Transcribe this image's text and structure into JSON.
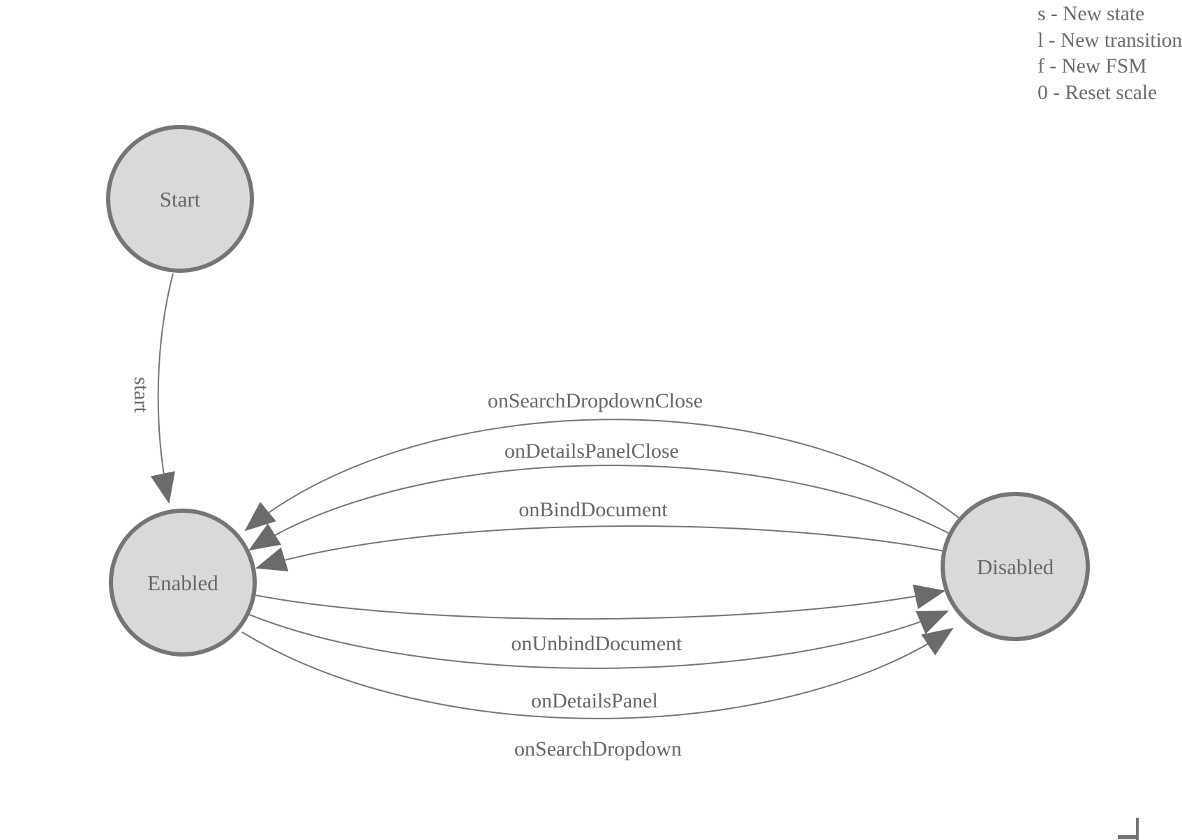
{
  "diagram": {
    "type": "finite-state-machine",
    "nodes": [
      {
        "id": "start",
        "label": "Start"
      },
      {
        "id": "enabled",
        "label": "Enabled"
      },
      {
        "id": "disabled",
        "label": "Disabled"
      }
    ],
    "edges": [
      {
        "from": "start",
        "to": "enabled",
        "label": "start"
      },
      {
        "from": "disabled",
        "to": "enabled",
        "label": "onSearchDropdownClose"
      },
      {
        "from": "disabled",
        "to": "enabled",
        "label": "onDetailsPanelClose"
      },
      {
        "from": "disabled",
        "to": "enabled",
        "label": "onBindDocument"
      },
      {
        "from": "enabled",
        "to": "disabled",
        "label": "onUnbindDocument"
      },
      {
        "from": "enabled",
        "to": "disabled",
        "label": "onDetailsPanel"
      },
      {
        "from": "enabled",
        "to": "disabled",
        "label": "onSearchDropdown"
      }
    ]
  },
  "legend": {
    "lines": [
      "s - New state",
      "l - New transition",
      "f - New FSM",
      "0 - Reset scale"
    ]
  },
  "colors": {
    "node_fill": "#d9d9d9",
    "node_stroke": "#757575",
    "edge_stroke": "#757575",
    "arrow_fill": "#6b6b6b",
    "label_text": "#666666"
  }
}
